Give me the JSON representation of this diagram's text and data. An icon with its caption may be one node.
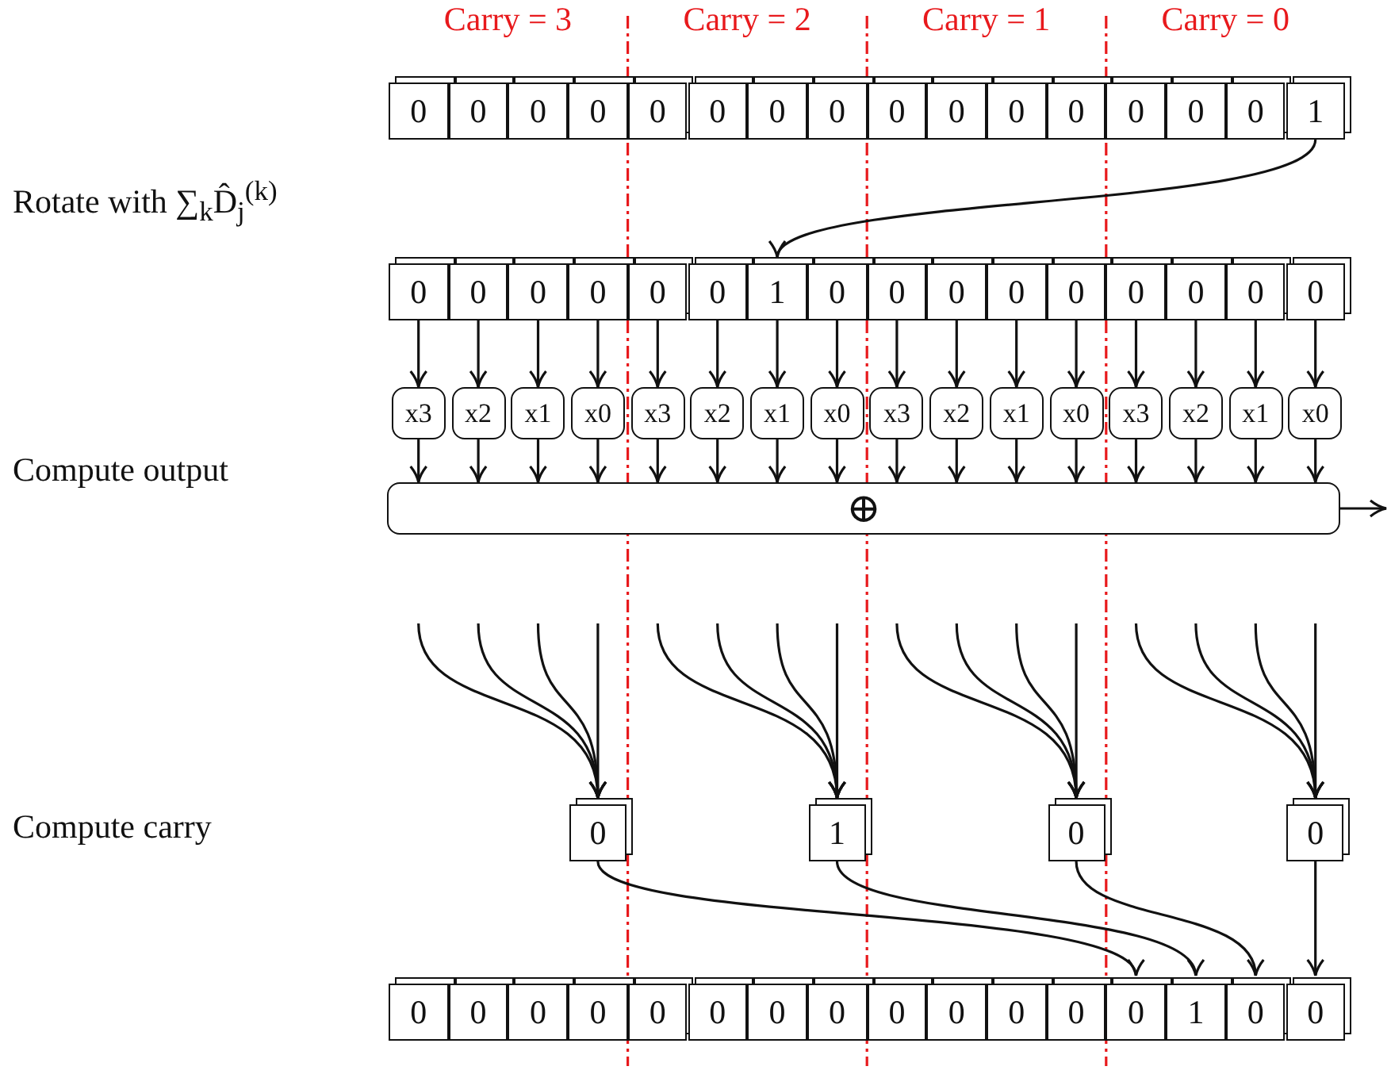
{
  "diagram": {
    "nodes": [
      {
        "text": [
          "0"
        ]
      },
      {
        "text": [
          "0"
        ]
      },
      {
        "text": [
          "0"
        ]
      },
      {
        "text": [
          "0"
        ]
      },
      {
        "text": [
          "0"
        ]
      },
      {
        "text": [
          "0"
        ]
      },
      {
        "text": [
          "0"
        ]
      },
      {
        "text": [
          "0"
        ]
      },
      {
        "text": [
          "0"
        ]
      },
      {
        "text": [
          "0"
        ]
      },
      {
        "text": [
          "0"
        ]
      },
      {
        "text": [
          "0"
        ]
      },
      {
        "text": [
          "0"
        ]
      },
      {
        "text": [
          "0"
        ]
      },
      {
        "text": [
          "0"
        ]
      },
      {
        "text": [
          "1"
        ]
      },
      {
        "text": [
          "0"
        ]
      },
      {
        "text": [
          "0"
        ]
      },
      {
        "text": [
          "0"
        ]
      },
      {
        "text": [
          "0"
        ]
      },
      {
        "text": [
          "0"
        ]
      },
      {
        "text": [
          "0"
        ]
      },
      {
        "text": [
          "1"
        ]
      },
      {
        "text": [
          "0"
        ]
      },
      {
        "text": [
          "0"
        ]
      },
      {
        "text": [
          "0"
        ]
      },
      {
        "text": [
          "0"
        ]
      },
      {
        "text": [
          "0"
        ]
      },
      {
        "text": [
          "0"
        ]
      },
      {
        "text": [
          "0"
        ]
      },
      {
        "text": [
          "0"
        ]
      },
      {
        "text": [
          "0"
        ]
      },
      {
        "text": [
          "x3"
        ]
      },
      {
        "text": [
          "x2"
        ]
      },
      {
        "text": [
          "x1"
        ]
      },
      {
        "text": [
          "x0"
        ]
      },
      {
        "text": [
          "x3"
        ]
      },
      {
        "text": [
          "x2"
        ]
      },
      {
        "text": [
          "x1"
        ]
      },
      {
        "text": [
          "x0"
        ]
      },
      {
        "text": [
          "x3"
        ]
      },
      {
        "text": [
          "x2"
        ]
      },
      {
        "text": [
          "x1"
        ]
      },
      {
        "text": [
          "x0"
        ]
      },
      {
        "text": [
          "x3"
        ]
      },
      {
        "text": [
          "x2"
        ]
      },
      {
        "text": [
          "x1"
        ]
      },
      {
        "text": [
          "x0"
        ]
      },
      {
        "text": [
          "⊕"
        ]
      },
      {
        "text": [
          "0"
        ]
      },
      {
        "text": [
          "1"
        ]
      },
      {
        "text": [
          "0"
        ]
      },
      {
        "text": [
          "0"
        ]
      },
      {
        "text": [
          "0"
        ]
      },
      {
        "text": [
          "0"
        ]
      },
      {
        "text": [
          "0"
        ]
      },
      {
        "text": [
          "0"
        ]
      },
      {
        "text": [
          "0"
        ]
      },
      {
        "text": [
          "0"
        ]
      },
      {
        "text": [
          "0"
        ]
      },
      {
        "text": [
          "0"
        ]
      },
      {
        "text": [
          "0"
        ]
      },
      {
        "text": [
          "0"
        ]
      },
      {
        "text": [
          "0"
        ]
      },
      {
        "text": [
          "0"
        ]
      },
      {
        "text": [
          "0"
        ]
      },
      {
        "text": [
          "1"
        ]
      },
      {
        "text": [
          "0"
        ]
      },
      {
        "text": [
          "0"
        ]
      }
    ],
    "edges": [
      {
        "from": 15,
        "to": 22,
        "arrow": "to"
      },
      {
        "from": 16,
        "to": 32,
        "arrow": "to"
      },
      {
        "from": 17,
        "to": 33,
        "arrow": "to"
      },
      {
        "from": 18,
        "to": 34,
        "arrow": "to"
      },
      {
        "from": 19,
        "to": 35,
        "arrow": "to"
      },
      {
        "from": 20,
        "to": 36,
        "arrow": "to"
      },
      {
        "from": 21,
        "to": 37,
        "arrow": "to"
      },
      {
        "from": 22,
        "to": 38,
        "arrow": "to"
      },
      {
        "from": 23,
        "to": 39,
        "arrow": "to"
      },
      {
        "from": 24,
        "to": 40,
        "arrow": "to"
      },
      {
        "from": 25,
        "to": 41,
        "arrow": "to"
      },
      {
        "from": 26,
        "to": 42,
        "arrow": "to"
      },
      {
        "from": 27,
        "to": 43,
        "arrow": "to"
      },
      {
        "from": 28,
        "to": 44,
        "arrow": "to"
      },
      {
        "from": 29,
        "to": 45,
        "arrow": "to"
      },
      {
        "from": 30,
        "to": 46,
        "arrow": "to"
      },
      {
        "from": 31,
        "to": 47,
        "arrow": "to"
      },
      {
        "from": 32,
        "to": 48,
        "arrow": "to"
      },
      {
        "from": 33,
        "to": 48,
        "arrow": "to"
      },
      {
        "from": 34,
        "to": 48,
        "arrow": "to"
      },
      {
        "from": 35,
        "to": 48,
        "arrow": "to"
      },
      {
        "from": 36,
        "to": 48,
        "arrow": "to"
      },
      {
        "from": 37,
        "to": 48,
        "arrow": "to"
      },
      {
        "from": 38,
        "to": 48,
        "arrow": "to"
      },
      {
        "from": 39,
        "to": 48,
        "arrow": "to"
      },
      {
        "from": 40,
        "to": 48,
        "arrow": "to"
      },
      {
        "from": 41,
        "to": 48,
        "arrow": "to"
      },
      {
        "from": 42,
        "to": 48,
        "arrow": "to"
      },
      {
        "from": 43,
        "to": 48,
        "arrow": "to"
      },
      {
        "from": 44,
        "to": 48,
        "arrow": "to"
      },
      {
        "from": 45,
        "to": 48,
        "arrow": "to"
      },
      {
        "from": 46,
        "to": 48,
        "arrow": "to"
      },
      {
        "from": 47,
        "to": 48,
        "arrow": "to"
      },
      {
        "from": 48,
        "to": null,
        "arrow": "to"
      },
      {
        "from": null,
        "to": 49,
        "arrow": "to"
      },
      {
        "from": null,
        "to": 49,
        "arrow": "to"
      },
      {
        "from": null,
        "to": 49,
        "arrow": "to"
      },
      {
        "from": null,
        "to": 49,
        "arrow": "to"
      },
      {
        "from": null,
        "to": 50,
        "arrow": "to"
      },
      {
        "from": null,
        "to": 50,
        "arrow": "to"
      },
      {
        "from": null,
        "to": 50,
        "arrow": "to"
      },
      {
        "from": null,
        "to": 50,
        "arrow": "to"
      },
      {
        "from": null,
        "to": 51,
        "arrow": "to"
      },
      {
        "from": null,
        "to": 51,
        "arrow": "to"
      },
      {
        "from": null,
        "to": 51,
        "arrow": "to"
      },
      {
        "from": null,
        "to": 51,
        "arrow": "to"
      },
      {
        "from": null,
        "to": 52,
        "arrow": "to"
      },
      {
        "from": null,
        "to": 52,
        "arrow": "to"
      },
      {
        "from": null,
        "to": 52,
        "arrow": "to"
      },
      {
        "from": null,
        "to": 52,
        "arrow": "to"
      },
      {
        "from": 49,
        "to": 65,
        "arrow": "to"
      },
      {
        "from": 50,
        "to": 66,
        "arrow": "to"
      },
      {
        "from": 51,
        "to": 67,
        "arrow": "to"
      },
      {
        "from": 52,
        "to": 68,
        "arrow": "to"
      }
    ],
    "labels": [
      "Carry = 3",
      "Carry = 2",
      "Carry = 1",
      "Carry = 0",
      "Rotate with ∑$_{k}$D̂$_{j}$$^{(k)}$",
      "Compute output",
      "Compute carry"
    ]
  }
}
